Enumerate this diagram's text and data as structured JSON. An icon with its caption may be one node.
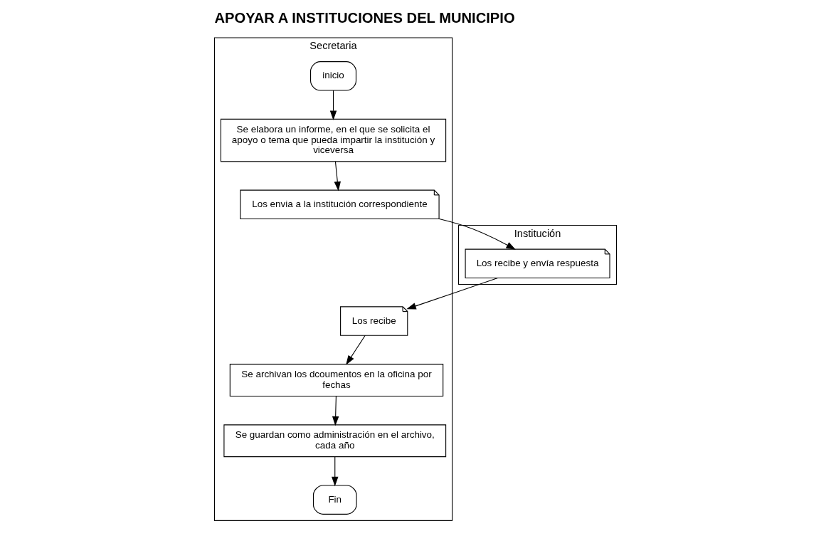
{
  "diagram": {
    "title": "APOYAR A INSTITUCIONES DEL MUNICIPIO",
    "nodes": [
      {
        "text": [
          "Secretaria"
        ]
      },
      {
        "text": [
          "Institución"
        ]
      },
      {
        "text": [
          "inicio"
        ],
        "in": 0
      },
      {
        "text": [
          "Se elabora un informe, en el que se solicita el apoyo o tema que pueda impartir la institución y viceversa"
        ],
        "in": 0
      },
      {
        "text": [
          "Los envia a la institución correspondiente"
        ],
        "in": 0
      },
      {
        "text": [
          "Los recibe y envía respuesta"
        ],
        "in": 1
      },
      {
        "text": [
          "Los recibe"
        ],
        "in": 0
      },
      {
        "text": [
          "Se archivan los dcoumentos en la oficina por fechas"
        ],
        "in": 0
      },
      {
        "text": [
          "Se guardan como administración en el archivo, cada año"
        ],
        "in": 0
      },
      {
        "text": [
          "Fin"
        ],
        "in": 0
      }
    ],
    "edges": [
      {
        "from": 2,
        "to": 3,
        "arrow": "to"
      },
      {
        "from": 3,
        "to": 4,
        "arrow": "to"
      },
      {
        "from": 4,
        "to": 5,
        "arrow": "to"
      },
      {
        "from": 5,
        "to": 6,
        "arrow": "to"
      },
      {
        "from": 6,
        "to": 7,
        "arrow": "to"
      },
      {
        "from": 7,
        "to": 8,
        "arrow": "to"
      },
      {
        "from": 8,
        "to": 9,
        "arrow": "to"
      }
    ]
  }
}
